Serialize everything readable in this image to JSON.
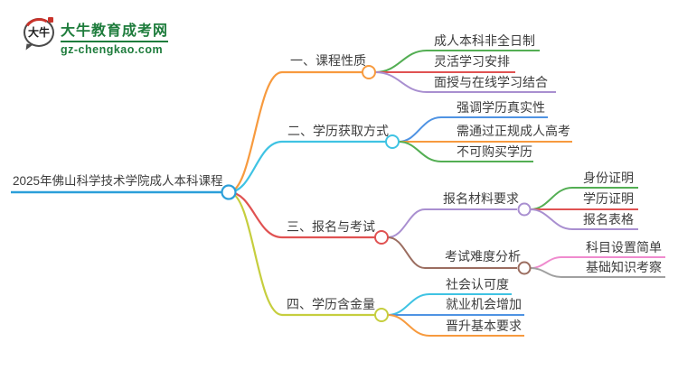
{
  "logo": {
    "badge_text": "大牛",
    "site_name": "大牛教育成考网",
    "site_url": "gz-chengkao.com",
    "brand_color": "#1e7c3c",
    "badge_red": "#c9332b"
  },
  "mindmap": {
    "root": {
      "label": "2025年佛山科学技术学院成人本科课程",
      "color": "#2b9fd9"
    },
    "branches": [
      {
        "label": "一、课程性质",
        "color": "#f79a3e",
        "children": [
          {
            "label": "成人本科非全日制",
            "color": "#53ae53"
          },
          {
            "label": "灵活学习安排",
            "color": "#e05252"
          },
          {
            "label": "面授与在线学习结合",
            "color": "#a98fd0"
          }
        ]
      },
      {
        "label": "二、学历获取方式",
        "color": "#3fc3e3",
        "children": [
          {
            "label": "强调学历真实性",
            "color": "#4f93e3"
          },
          {
            "label": "需通过正规成人高考",
            "color": "#f79a3e"
          },
          {
            "label": "不可购买学历",
            "color": "#53ae53"
          }
        ]
      },
      {
        "label": "三、报名与考试",
        "color": "#e05252",
        "children": [
          {
            "label": "报名材料要求",
            "color": "#a98fd0",
            "children": [
              {
                "label": "身份证明",
                "color": "#53ae53"
              },
              {
                "label": "学历证明",
                "color": "#e05252"
              },
              {
                "label": "报名表格",
                "color": "#a98fd0"
              }
            ]
          },
          {
            "label": "考试难度分析",
            "color": "#9b6d60",
            "children": [
              {
                "label": "科目设置简单",
                "color": "#ef8bce"
              },
              {
                "label": "基础知识考察",
                "color": "#a0a0a0"
              }
            ]
          }
        ]
      },
      {
        "label": "四、学历含金量",
        "color": "#c6ce3e",
        "children": [
          {
            "label": "社会认可度",
            "color": "#3fc3e3"
          },
          {
            "label": "就业机会增加",
            "color": "#4f93e3"
          },
          {
            "label": "晋升基本要求",
            "color": "#f79a3e"
          }
        ]
      }
    ]
  }
}
